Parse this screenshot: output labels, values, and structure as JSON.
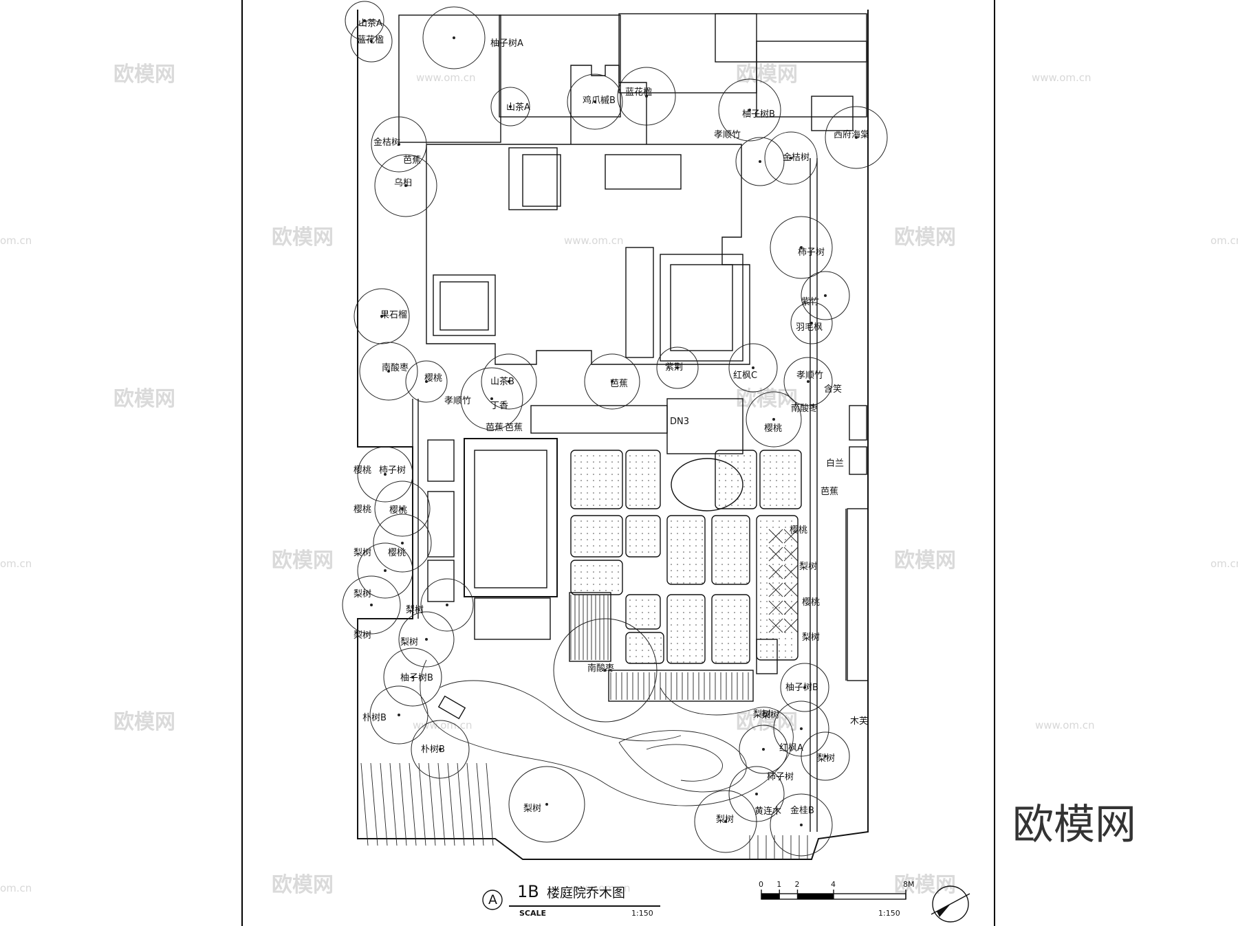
{
  "drawing": {
    "title_num": "1B",
    "title": "楼庭院乔木图",
    "circle_label": "A",
    "scale_label": "SCALE",
    "scale_value": "1:150",
    "scale_bar_value": "1:150",
    "scale_ticks": [
      "0",
      "1",
      "2",
      "4",
      "8M"
    ],
    "brand": "欧模网",
    "watermark_text": "欧模网",
    "watermark_url": "www.om.cn",
    "edge_url": "om.cn"
  },
  "plant_labels": [
    "山茶A",
    "蓝花楹",
    "柚子树A",
    "山茶A",
    "鸡爪槭B",
    "蓝花楹",
    "柚子树B",
    "孝顺竹",
    "西府海棠",
    "金桔树",
    "金桔树",
    "芭蕉",
    "乌桕",
    "柿子树",
    "紫竹",
    "果石榴",
    "羽毛枫",
    "南酸枣",
    "樱桃",
    "山茶B",
    "芭蕉",
    "紫荆",
    "红枫C",
    "孝顺竹",
    "含笑",
    "孝顺竹",
    "丁香",
    "芭蕉",
    "芭蕉",
    "南酸枣",
    "樱桃",
    "DN3",
    "白兰",
    "芭蕉",
    "樱桃",
    "柿子树",
    "樱桃",
    "樱桃",
    "梨树",
    "樱桃",
    "樱桃",
    "梨树",
    "梨树",
    "梨树",
    "梨树",
    "樱桃",
    "梨树",
    "梨树",
    "南酸枣",
    "柚子树B",
    "柚子树B",
    "梨树",
    "木芙",
    "朴树B",
    "梨树",
    "红枫A",
    "朴树B",
    "梨树",
    "柿子树",
    "梨树",
    "梨树",
    "黄连木",
    "金桂B"
  ]
}
